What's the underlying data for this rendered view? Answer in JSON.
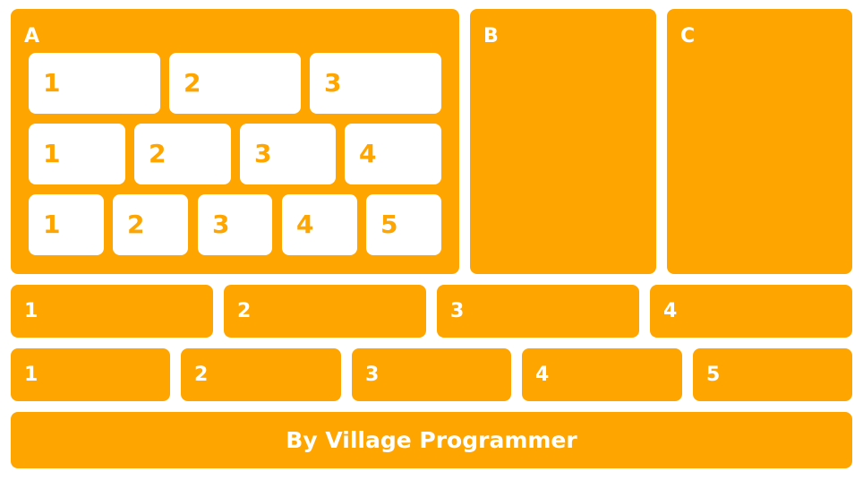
{
  "panel_a": {
    "label": "A",
    "row1": [
      "1",
      "2",
      "3"
    ],
    "row2": [
      "1",
      "2",
      "3",
      "4"
    ],
    "row3": [
      "1",
      "2",
      "3",
      "4",
      "5"
    ]
  },
  "panel_b": {
    "label": "B"
  },
  "panel_c": {
    "label": "C"
  },
  "row4": [
    "1",
    "2",
    "3",
    "4"
  ],
  "row5": [
    "1",
    "2",
    "3",
    "4",
    "5"
  ],
  "footer": {
    "text": "By Village Programmer"
  },
  "colors": {
    "accent": "#ffa500",
    "inner_background": "#ffffff",
    "label_on_accent": "#ffffff"
  }
}
